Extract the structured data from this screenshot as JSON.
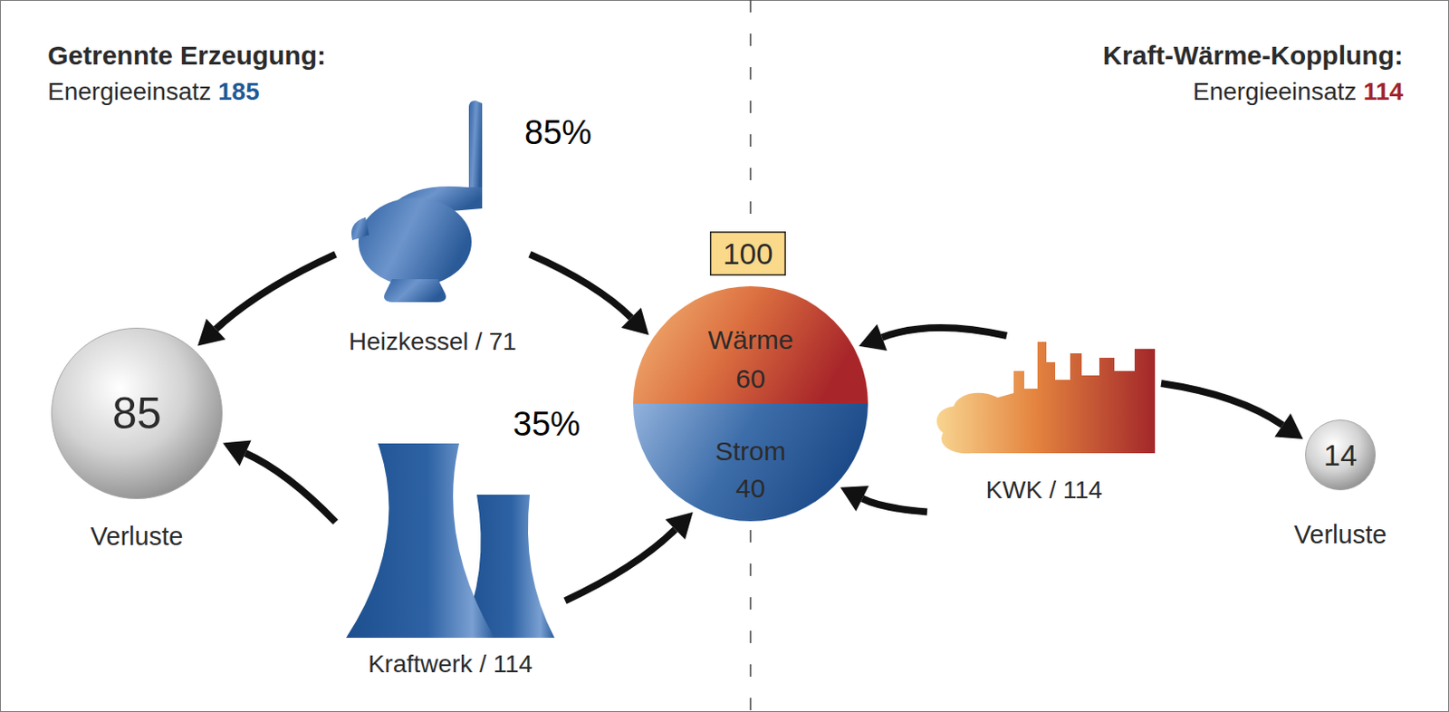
{
  "diagram": {
    "nodes": [
      {
        "text": [
          "Heizkessel / 71"
        ]
      },
      {
        "text": [
          "100"
        ]
      },
      {
        "text": [
          "Wärme",
          "60"
        ]
      },
      {
        "text": [
          "Strom",
          "40"
        ]
      },
      {
        "text": [
          "85",
          "Verluste"
        ]
      },
      {
        "text": [
          "KWK / 114"
        ]
      },
      {
        "text": [
          "14",
          "Verluste"
        ]
      },
      {
        "text": [
          "Kraftwerk / 114"
        ]
      }
    ],
    "edges": [
      {
        "from": 0,
        "to": 2,
        "arrow": "to"
      },
      {
        "from": 0,
        "to": 4,
        "arrow": "to"
      },
      {
        "from": 7,
        "to": 3,
        "arrow": "to"
      },
      {
        "from": 7,
        "to": 4,
        "arrow": "to"
      },
      {
        "from": 5,
        "to": 2,
        "arrow": "to"
      },
      {
        "from": 5,
        "to": 3,
        "arrow": "to"
      },
      {
        "from": 5,
        "to": 6,
        "arrow": "to"
      }
    ],
    "labels": [
      "Getrennte Erzeugung:",
      "Energieeinsatz",
      "185",
      "Kraft-Wärme-Kopplung:",
      "Energieeinsatz",
      "114",
      "85%",
      "35%"
    ]
  }
}
